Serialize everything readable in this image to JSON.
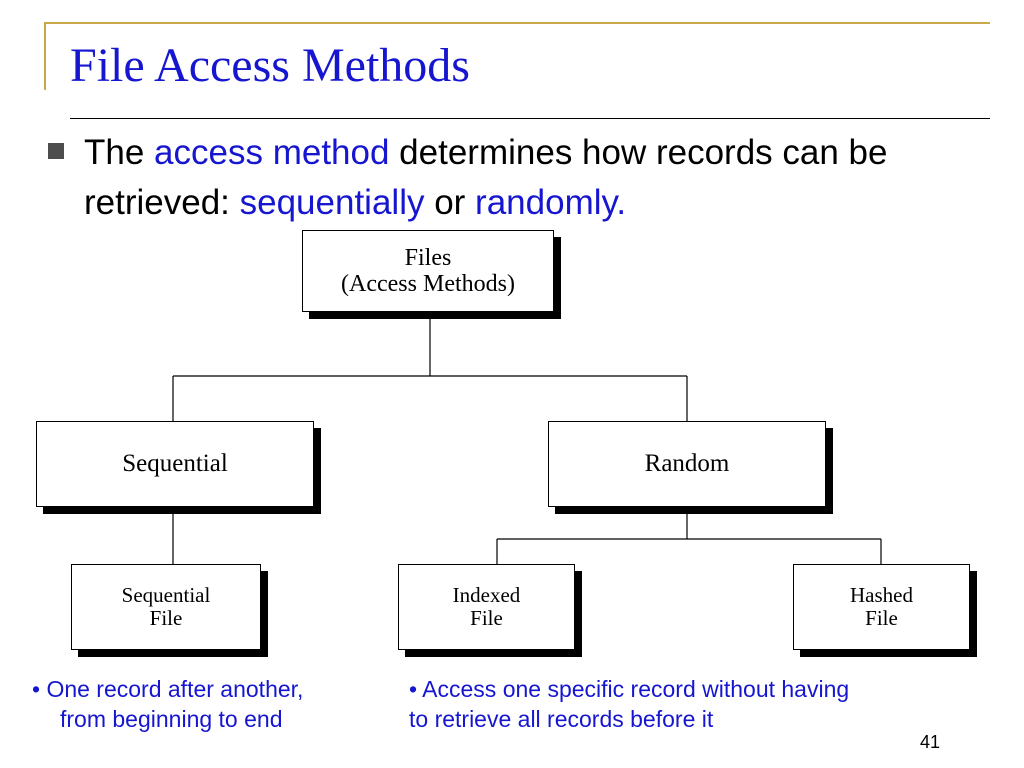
{
  "slide": {
    "title": "File Access Methods",
    "bullet": {
      "part1": "The ",
      "highlight1": "access method",
      "part2": " determines how records can be retrieved: ",
      "highlight2": "sequentially",
      "part3": " or ",
      "highlight3": "randomly."
    },
    "page_number": "41"
  },
  "diagram": {
    "root": {
      "line1": "Files",
      "line2": "(Access Methods)"
    },
    "sequential": {
      "label": "Sequential"
    },
    "random": {
      "label": "Random"
    },
    "sequential_file": {
      "line1": "Sequential",
      "line2": "File"
    },
    "indexed_file": {
      "line1": "Indexed",
      "line2": "File"
    },
    "hashed_file": {
      "line1": "Hashed",
      "line2": "File"
    }
  },
  "notes": {
    "sequential": {
      "line1": "• One record after another,",
      "line2": "from beginning to end"
    },
    "random": {
      "line1": "• Access one specific record without having",
      "line2": "to retrieve all records before it"
    }
  },
  "colors": {
    "title": "#1616d0",
    "frame_accent": "#c8a94a",
    "bullet_mark": "#4d4d4d"
  }
}
